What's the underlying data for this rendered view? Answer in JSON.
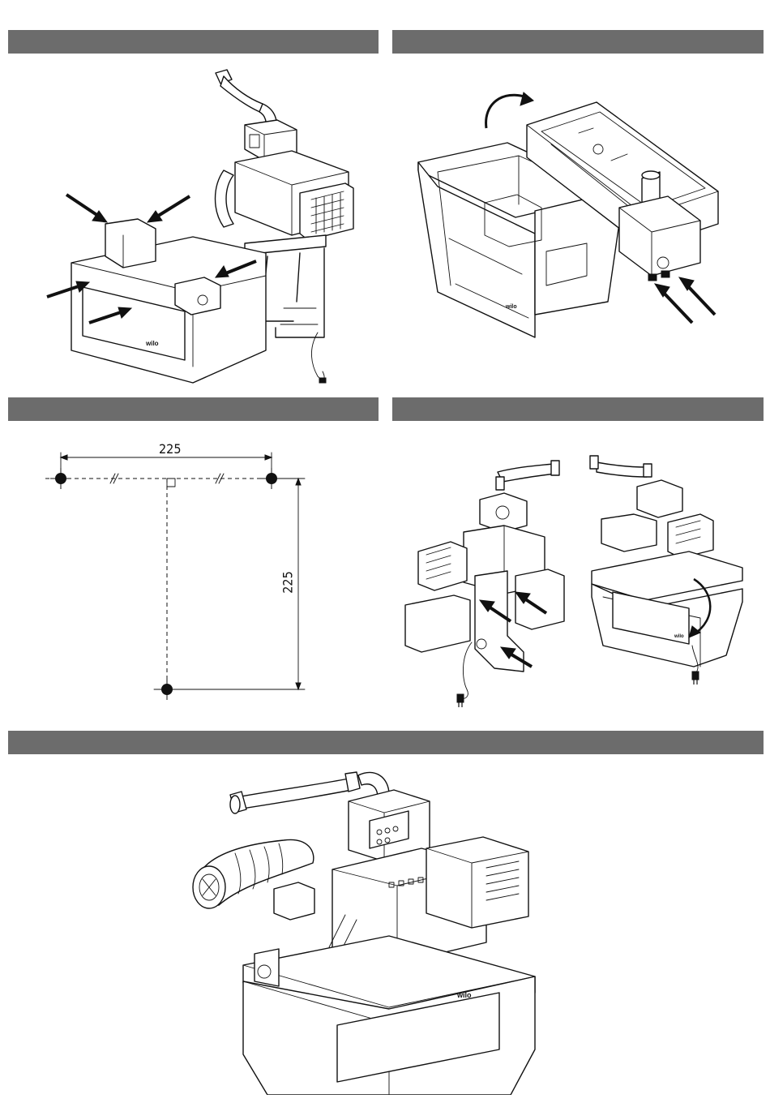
{
  "sections": [
    {
      "id": "step-1",
      "title": ""
    },
    {
      "id": "step-2",
      "title": ""
    },
    {
      "id": "step-3",
      "title": ""
    },
    {
      "id": "step-4",
      "title": ""
    },
    {
      "id": "step-5",
      "title": ""
    }
  ],
  "drilling_template": {
    "horizontal_dimension": "225",
    "vertical_dimension": "225",
    "unit": ""
  },
  "brand": {
    "logo_text": "wilo"
  },
  "icons": [
    "arrow-icon",
    "rotate-arrow-icon",
    "mounting-hole-icon",
    "right-angle-icon",
    "power-plug-icon"
  ]
}
